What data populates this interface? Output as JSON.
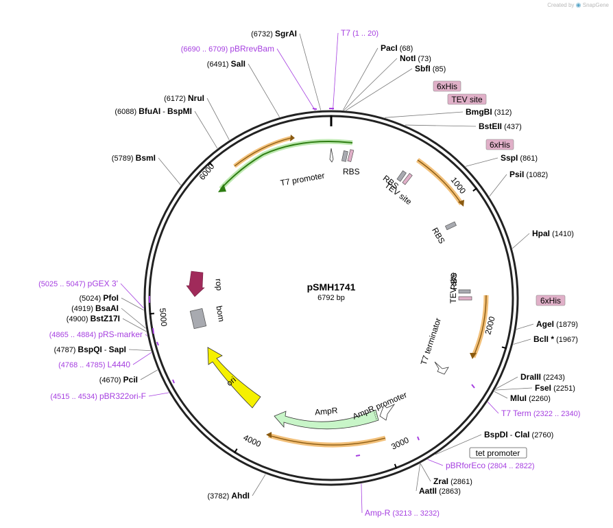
{
  "app": {
    "credit_prefix": "Created by",
    "credit_brand": "SnapGene"
  },
  "plasmid": {
    "name": "pSMH1741",
    "size_label": "6792 bp",
    "length": 6792
  },
  "colors": {
    "primer": "#a53ee0",
    "ampr_fill": "#c8f5c8",
    "orange_feat": "#f5a623",
    "green_feat": "#3a8a1a",
    "rop": "#a02a5a",
    "bom": "#a8aab0",
    "ori": "#f5f000",
    "tag_box": "#e0b0c8"
  },
  "ticks": [
    {
      "pos": 1000,
      "label": "1000"
    },
    {
      "pos": 2000,
      "label": "2000"
    },
    {
      "pos": 3000,
      "label": "3000"
    },
    {
      "pos": 4000,
      "label": "4000"
    },
    {
      "pos": 5000,
      "label": "5000"
    },
    {
      "pos": 6000,
      "label": "6000"
    }
  ],
  "enzymes": [
    {
      "name": "SgrAI",
      "pos_label": "(6732)",
      "side": "left"
    },
    {
      "name": "SalI",
      "pos_label": "(6491)",
      "side": "left"
    },
    {
      "name": "NruI",
      "pos_label": "(6172)",
      "side": "left"
    },
    {
      "name": "BfuAI - BspMI",
      "pos_label": "(6088)",
      "side": "left"
    },
    {
      "name": "BsmI",
      "pos_label": "(5789)",
      "side": "left"
    },
    {
      "name": "PfoI",
      "pos_label": "(5024)",
      "side": "left"
    },
    {
      "name": "BsaAI",
      "pos_label": "(4919)",
      "side": "left"
    },
    {
      "name": "BstZ17I",
      "pos_label": "(4900)",
      "side": "left"
    },
    {
      "name": "BspQI - SapI",
      "pos_label": "(4787)",
      "side": "left"
    },
    {
      "name": "PciI",
      "pos_label": "(4670)",
      "side": "left"
    },
    {
      "name": "AhdI",
      "pos_label": "(3782)",
      "side": "left"
    },
    {
      "name": "PacI",
      "pos_label": "(68)",
      "side": "right"
    },
    {
      "name": "NotI",
      "pos_label": "(73)",
      "side": "right"
    },
    {
      "name": "SbfI",
      "pos_label": "(85)",
      "side": "right"
    },
    {
      "name": "BmgBI",
      "pos_label": "(312)",
      "side": "right"
    },
    {
      "name": "BstEII",
      "pos_label": "(437)",
      "side": "right"
    },
    {
      "name": "SspI",
      "pos_label": "(861)",
      "side": "right"
    },
    {
      "name": "PsiI",
      "pos_label": "(1082)",
      "side": "right"
    },
    {
      "name": "HpaI",
      "pos_label": "(1410)",
      "side": "right"
    },
    {
      "name": "AgeI",
      "pos_label": "(1879)",
      "side": "right"
    },
    {
      "name": "BclI *",
      "pos_label": "(1967)",
      "side": "right"
    },
    {
      "name": "DraIII",
      "pos_label": "(2243)",
      "side": "right"
    },
    {
      "name": "FseI",
      "pos_label": "(2251)",
      "side": "right"
    },
    {
      "name": "MluI",
      "pos_label": "(2260)",
      "side": "right"
    },
    {
      "name": "BspDI - ClaI",
      "pos_label": "(2760)",
      "side": "right"
    },
    {
      "name": "ZraI",
      "pos_label": "(2861)",
      "side": "right"
    },
    {
      "name": "AatII",
      "pos_label": "(2863)",
      "side": "right"
    }
  ],
  "primers": [
    {
      "name": "pBRrevBam",
      "range": "(6690 .. 6709)",
      "side": "left"
    },
    {
      "name": "T7",
      "range": "(1 .. 20)",
      "side": "right"
    },
    {
      "name": "pGEX 3'",
      "range": "(5025 .. 5047)",
      "side": "left"
    },
    {
      "name": "pRS-marker",
      "range": "(4865 .. 4884)",
      "side": "left"
    },
    {
      "name": "L4440",
      "range": "(4768 .. 4785)",
      "side": "left"
    },
    {
      "name": "pBR322ori-F",
      "range": "(4515 .. 4534)",
      "side": "left"
    },
    {
      "name": "T7 Term",
      "range": "(2322 .. 2340)",
      "side": "right"
    },
    {
      "name": "pBRforEco",
      "range": "(2804 .. 2822)",
      "side": "right"
    },
    {
      "name": "Amp-R",
      "range": "(3213 .. 3232)",
      "side": "right"
    }
  ],
  "tag_boxes": [
    {
      "label": "6xHis"
    },
    {
      "label": "TEV site"
    },
    {
      "label": "6xHis"
    },
    {
      "label": "6xHis"
    },
    {
      "label": "tet promoter"
    }
  ],
  "feature_labels": [
    {
      "label": "T7 promoter"
    },
    {
      "label": "RBS"
    },
    {
      "label": "RBS"
    },
    {
      "label": "TEV site"
    },
    {
      "label": "RBS"
    },
    {
      "label": "TEV site"
    },
    {
      "label": "RBS"
    },
    {
      "label": "T7 terminator"
    },
    {
      "label": "AmpR promoter"
    },
    {
      "label": "AmpR"
    },
    {
      "label": "ori"
    },
    {
      "label": "bom"
    },
    {
      "label": "rop"
    }
  ]
}
